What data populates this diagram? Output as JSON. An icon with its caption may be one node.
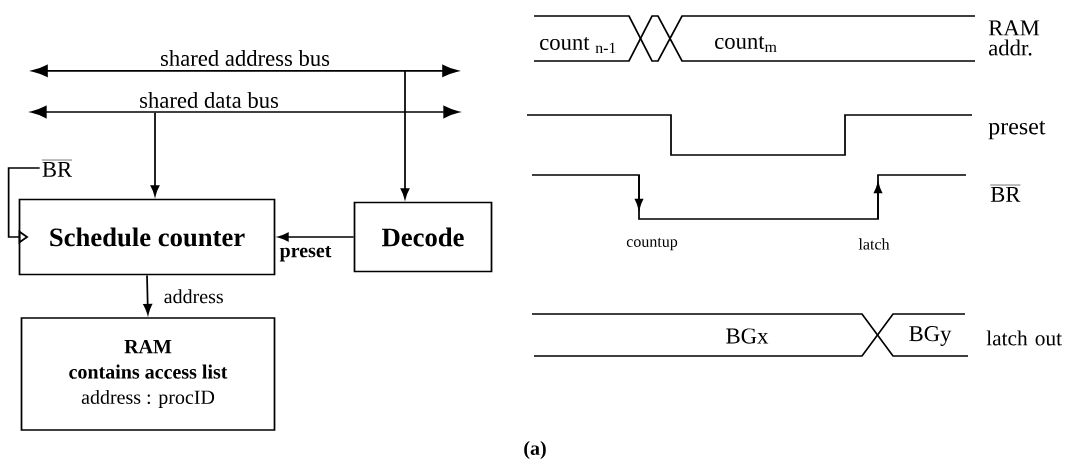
{
  "diagram": {
    "caption": "(a)",
    "nodes": [
      {
        "text": [
          "shared address bus"
        ]
      },
      {
        "text": [
          "shared data bus"
        ]
      },
      {
        "text": [
          "BR"
        ]
      },
      {
        "text": [
          "Schedule counter"
        ]
      },
      {
        "text": [
          "Decode"
        ]
      },
      {
        "text": [
          "RAM",
          "contains access list",
          "address : procID"
        ]
      }
    ],
    "edges": [
      {
        "from": 0,
        "to": 4,
        "arrow": "to"
      },
      {
        "from": 1,
        "to": 3,
        "arrow": "to"
      },
      {
        "from": 2,
        "to": 3,
        "arrow": "to"
      },
      {
        "from": 4,
        "to": 3,
        "arrow": "to",
        "label": "preset"
      },
      {
        "from": 3,
        "to": 5,
        "arrow": "to",
        "label": "address"
      }
    ],
    "labels": [
      "count $_{n-1}$",
      "count$_{m}$",
      "RAM addr.",
      "preset",
      "BR",
      "countup",
      "latch",
      "BGx",
      "BGy",
      "latch out"
    ]
  }
}
